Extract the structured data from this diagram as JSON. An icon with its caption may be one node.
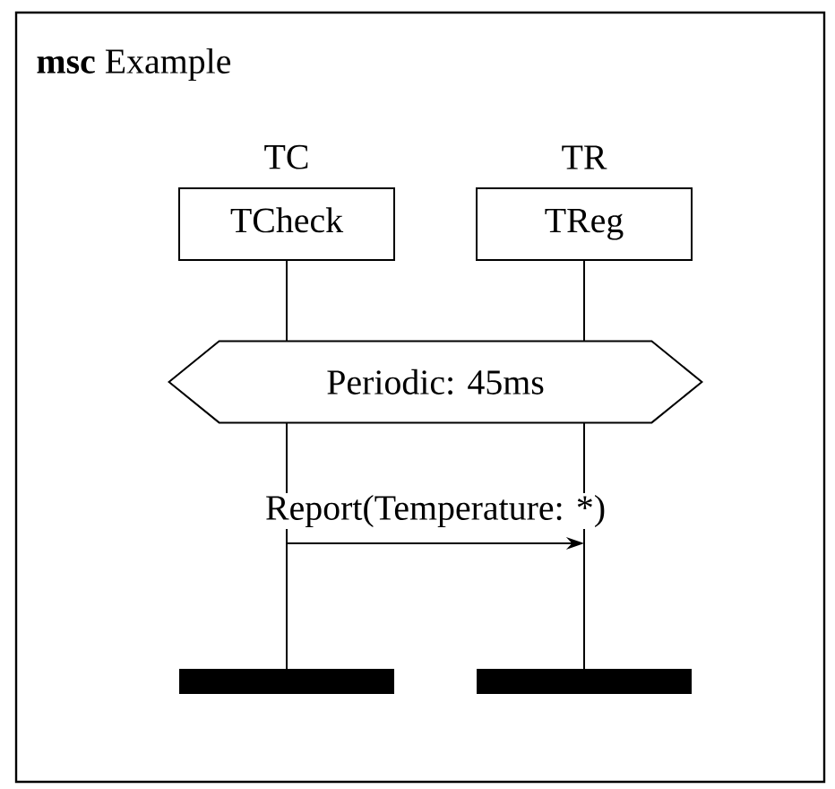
{
  "diagram": {
    "title": "**msc** Example",
    "nodes": [
      {
        "text": [
          "TCheck"
        ],
        "beside": [
          "TC"
        ]
      },
      {
        "text": [
          "TReg"
        ],
        "beside": [
          "TR"
        ]
      },
      {
        "text": [
          "Periodic: 45ms"
        ]
      },
      {
        "text": [],
        "shape": "bar"
      },
      {
        "text": [],
        "shape": "bar"
      }
    ],
    "edges": [
      {
        "from": 0,
        "to": 1,
        "arrow": "to",
        "label": "Report(Temperature: *)"
      }
    ]
  }
}
